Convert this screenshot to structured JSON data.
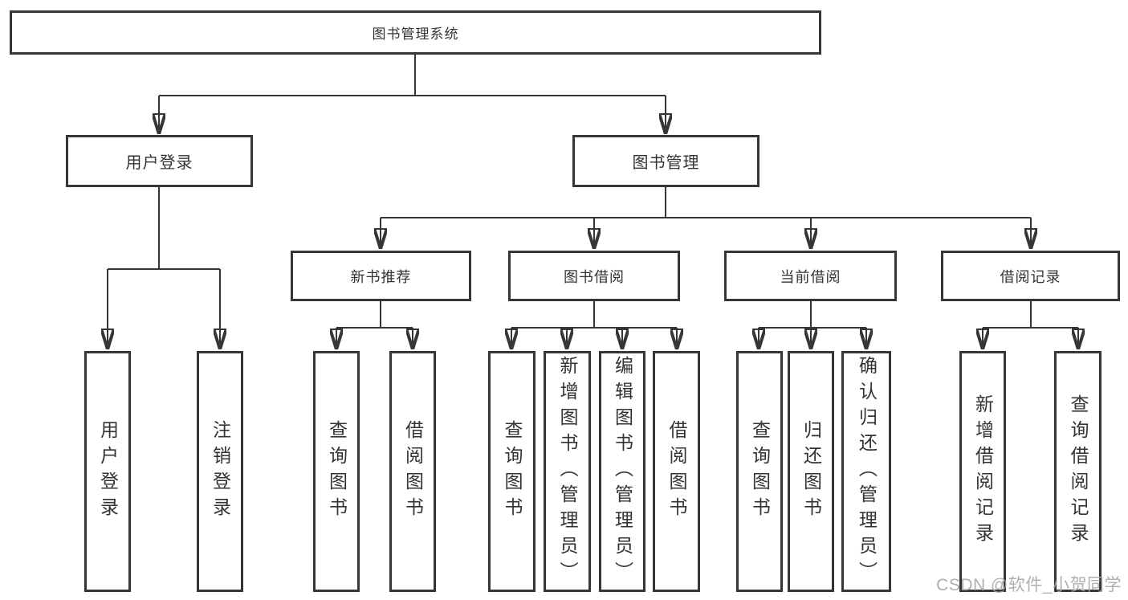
{
  "tree": {
    "root": {
      "label": "图书管理系统"
    },
    "branches": [
      {
        "label": "用户登录",
        "children": [
          {
            "label": "用户登录"
          },
          {
            "label": "注销登录"
          }
        ]
      },
      {
        "label": "图书管理",
        "children": [
          {
            "label": "新书推荐",
            "children": [
              {
                "label": "查询图书"
              },
              {
                "label": "借阅图书"
              }
            ]
          },
          {
            "label": "图书借阅",
            "children": [
              {
                "label": "查询图书"
              },
              {
                "label": "新增图书（管理员）"
              },
              {
                "label": "编辑图书（管理员）"
              },
              {
                "label": "借阅图书"
              }
            ]
          },
          {
            "label": "当前借阅",
            "children": [
              {
                "label": "查询图书"
              },
              {
                "label": "归还图书"
              },
              {
                "label": "确认归还（管理员）"
              }
            ]
          },
          {
            "label": "借阅记录",
            "children": [
              {
                "label": "新增借阅记录"
              },
              {
                "label": "查询借阅记录"
              }
            ]
          }
        ]
      }
    ]
  },
  "watermark": "CSDN @软件_小贺同学",
  "colors": {
    "line": "#363636",
    "text": "#333333",
    "background": "#ffffff",
    "watermark": "#a8a5a5"
  }
}
